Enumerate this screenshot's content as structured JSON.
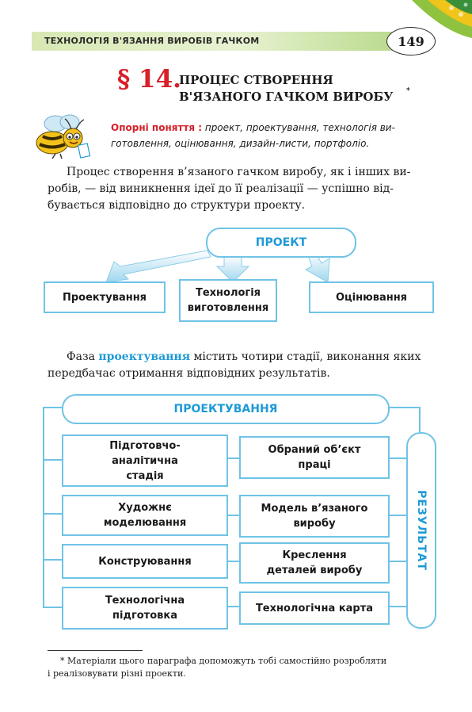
{
  "header": {
    "running_title": "ТЕХНОЛОГІЯ В'ЯЗАННЯ ВИРОБІВ ГАЧКОМ",
    "page_number": "149"
  },
  "section": {
    "number": "§ 14.",
    "title_line1": "ПРОЦЕС СТВОРЕННЯ",
    "title_line2": "В'ЯЗАНОГО ГАЧКОМ ВИРОБУ",
    "title_mark": "*"
  },
  "key_concepts": {
    "label": "Опорні поняття :",
    "line1": " проект, проектування, технологія ви-",
    "line2": "готовлення, оцінювання, дизайн-листи, портфоліо."
  },
  "intro_paragraph": {
    "line1": "Процес створення в’язаного гачком виробу, як і інших ви-",
    "line2": "робів, — від виникнення ідеї до її реалізації — успішно від-",
    "line3": "бувається відповідно до структури проекту."
  },
  "diagram1": {
    "top": "ПРОЕКТ",
    "left": "Проектування",
    "middle_line1": "Технологія",
    "middle_line2": "виготовлення",
    "right": "Оцінювання"
  },
  "phase_paragraph": {
    "before": "Фаза ",
    "term": "проектування",
    "after": " містить чотири стадії, виконання яких",
    "line2": "передбачає отримання відповідних результатів."
  },
  "diagram2": {
    "top": "ПРОЕКТУВАННЯ",
    "result_label": "РЕЗУЛЬТАТ",
    "stages": [
      {
        "lines": [
          "Підготовчо-",
          "аналітична",
          "стадія"
        ]
      },
      {
        "lines": [
          "Художнє",
          "моделювання"
        ]
      },
      {
        "lines": [
          "Конструювання"
        ]
      },
      {
        "lines": [
          "Технологічна",
          "підготовка"
        ]
      }
    ],
    "results": [
      {
        "lines": [
          "Обраний об’єкт",
          "праці"
        ]
      },
      {
        "lines": [
          "Модель в’язаного",
          "виробу"
        ]
      },
      {
        "lines": [
          "Креслення",
          "деталей виробу"
        ]
      },
      {
        "lines": [
          "Технологічна карта"
        ]
      }
    ]
  },
  "footnote": {
    "line1": "* Матеріали цього параграфа допоможуть тобі самостійно розробляти",
    "line2": "і реалізовувати різні проекти."
  },
  "colors": {
    "accent_blue": "#1f9ad6",
    "box_border": "#6fc3e6",
    "section_red": "#d6202a"
  }
}
